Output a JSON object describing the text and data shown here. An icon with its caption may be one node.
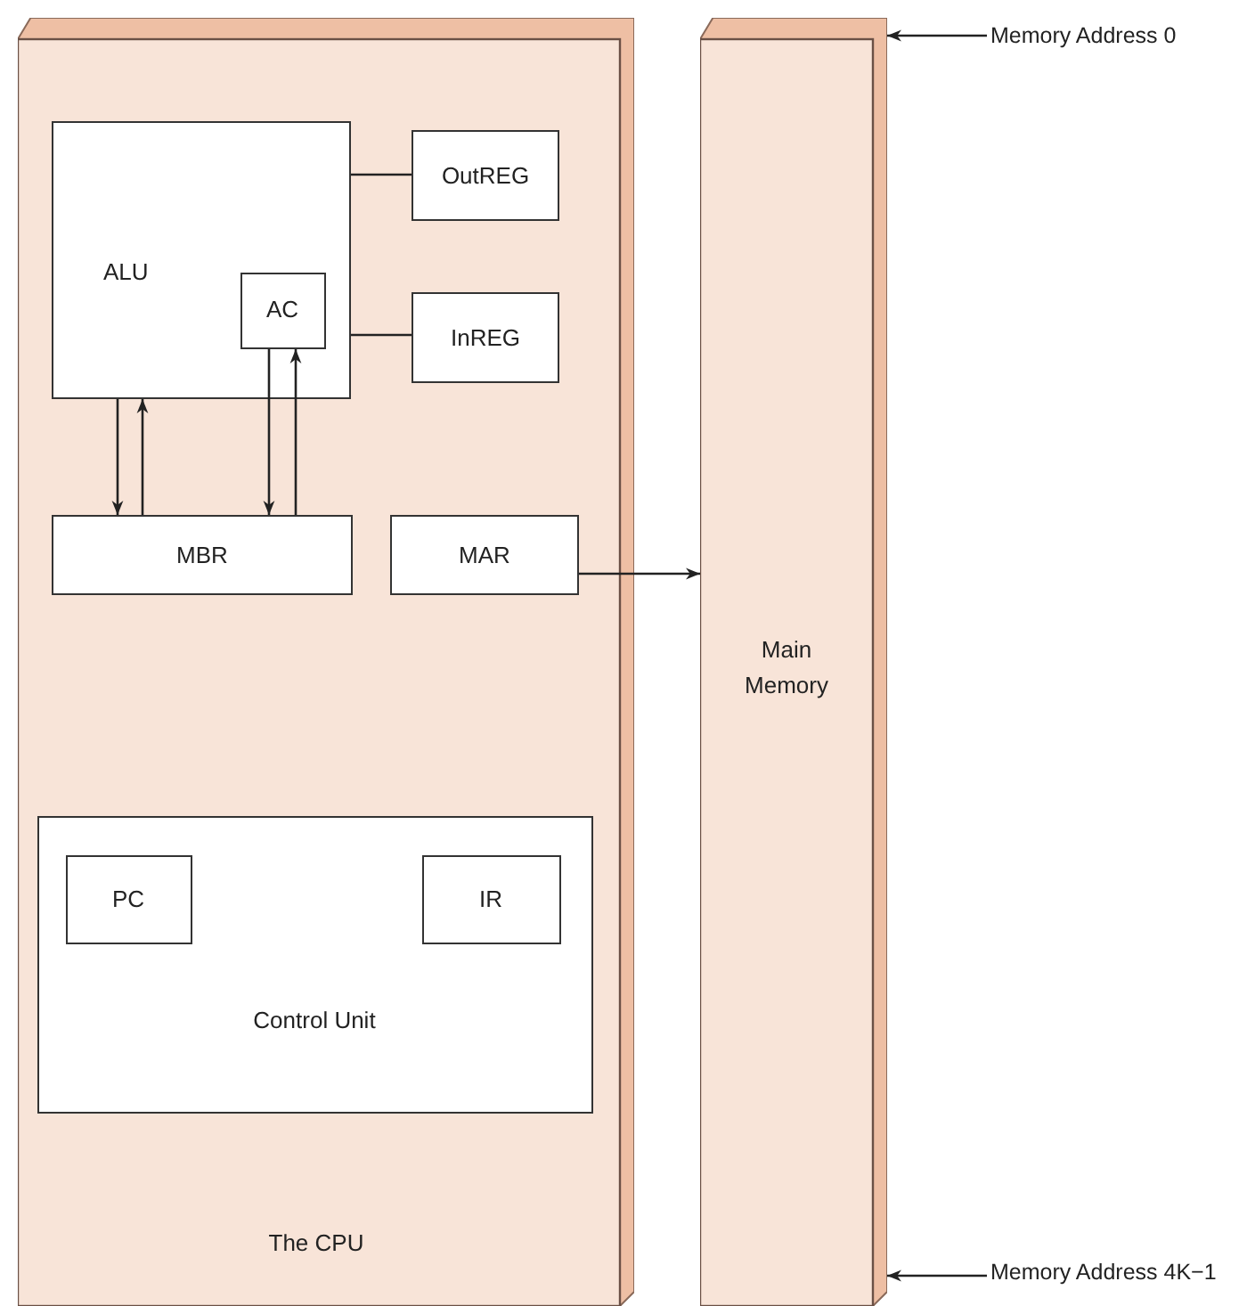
{
  "diagram": {
    "nodes": [
      {
        "text": [
          "The CPU"
        ]
      },
      {
        "text": [
          "ALU"
        ],
        "in": 0
      },
      {
        "text": [
          "AC"
        ],
        "in": 1
      },
      {
        "text": [
          "OutREG"
        ],
        "in": 0
      },
      {
        "text": [
          "InREG"
        ],
        "in": 0
      },
      {
        "text": [
          "MBR"
        ],
        "in": 0
      },
      {
        "text": [
          "MAR"
        ],
        "in": 0
      },
      {
        "text": [
          "Control Unit"
        ],
        "in": 0
      },
      {
        "text": [
          "PC"
        ],
        "in": 7
      },
      {
        "text": [
          "IR"
        ],
        "in": 7
      },
      {
        "text": [
          "Main Memory"
        ]
      },
      {
        "text": [
          "Memory Address 0"
        ]
      },
      {
        "text": [
          "Memory Address 4K−1"
        ]
      }
    ],
    "edges": [
      {
        "from": 1,
        "to": 3,
        "arrow": "none"
      },
      {
        "from": 1,
        "to": 4,
        "arrow": "none"
      },
      {
        "from": 1,
        "to": 5,
        "arrow": "to"
      },
      {
        "from": 5,
        "to": 1,
        "arrow": "to"
      },
      {
        "from": 2,
        "to": 5,
        "arrow": "to"
      },
      {
        "from": 5,
        "to": 2,
        "arrow": "to"
      },
      {
        "from": 6,
        "to": 10,
        "arrow": "to"
      },
      {
        "from": 11,
        "to": 10,
        "arrow": "to"
      },
      {
        "from": 12,
        "to": 10,
        "arrow": "to"
      }
    ]
  }
}
